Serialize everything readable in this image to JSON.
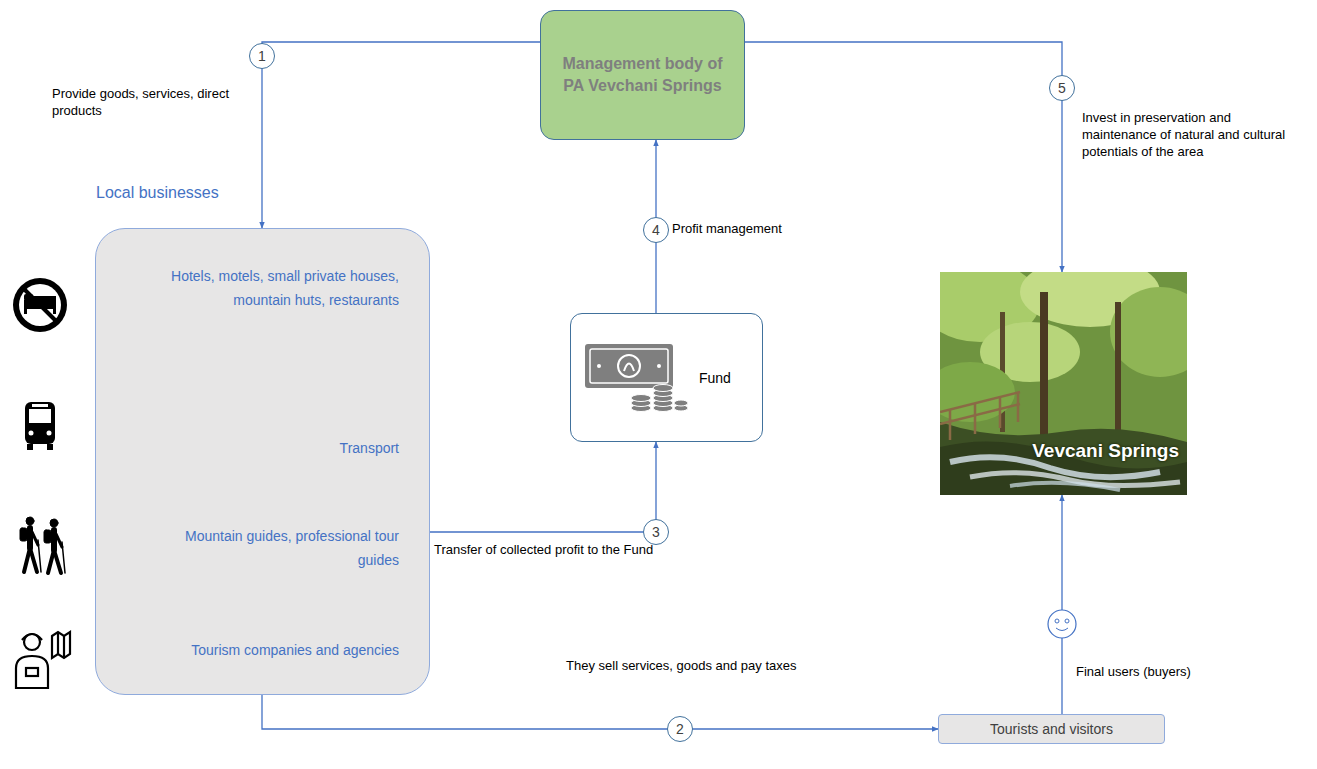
{
  "diagram": {
    "nodes": [
      {
        "text": [
          "Management body of PA Vevchani Springs"
        ]
      },
      {
        "text": [
          "Local businesses",
          "Hotels, motels, small private houses, mountain huts, restaurants",
          "Transport",
          "Mountain guides, professional tour guides",
          "Tourism companies and agencies"
        ]
      },
      {
        "text": [
          "Fund"
        ]
      },
      {
        "text": [
          "Vevcani Springs"
        ]
      },
      {
        "text": [
          "Tourists and visitors"
        ]
      }
    ],
    "edges": [
      {
        "from": 0,
        "to": 1,
        "label": "Provide goods, services, direct products",
        "arrow": "to"
      },
      {
        "from": 1,
        "to": 4,
        "label": "They sell services, goods and pay taxes",
        "arrow": "to"
      },
      {
        "from": 1,
        "to": 2,
        "label": "Transfer of collected profit to the Fund",
        "arrow": "to"
      },
      {
        "from": 2,
        "to": 0,
        "label": "Profit management",
        "arrow": "to"
      },
      {
        "from": 0,
        "to": 3,
        "label": "Invest in preservation and maintenance of natural and cultural potentials of the area",
        "arrow": "to"
      },
      {
        "from": 4,
        "to": 3,
        "label": "Final users (buyers)",
        "arrow": "to"
      }
    ],
    "labels": [
      "1",
      "2",
      "3",
      "4",
      "5"
    ]
  }
}
